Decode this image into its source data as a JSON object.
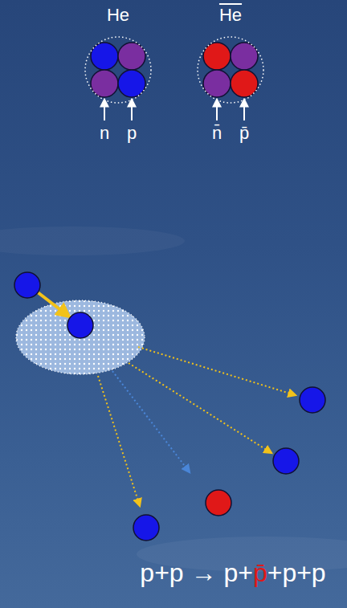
{
  "diagram": {
    "nodes": [
      {
        "text": [
          "He"
        ]
      },
      {
        "text": [
          "He"
        ]
      }
    ],
    "labels": [
      "n",
      "p",
      "n̄",
      "p̄",
      "p+p → p+p̄+p+p"
    ]
  }
}
